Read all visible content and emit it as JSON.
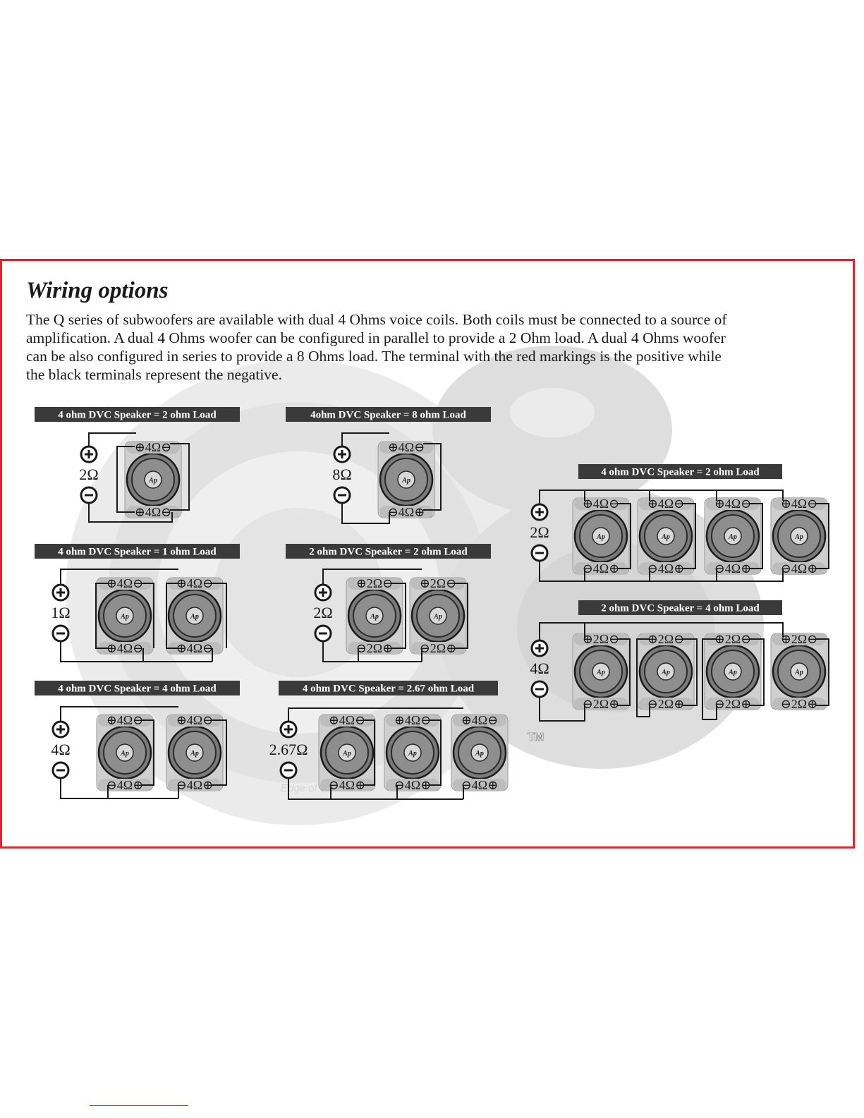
{
  "title": "Wiring options",
  "intro": "The Q series of subwoofers are available with dual 4 Ohms voice coils. Both coils must be connected to a source of\n amplification. A dual 4 Ohms woofer can be configured in parallel to provide a 2 Ohm load. A dual 4 Ohms woofer\n can be also configured in series to provide a 8 Ohms load. The terminal with the red markings is the positive while\nthe black terminals represent the negative.",
  "colors": {
    "border": "#e8202a",
    "label_bg": "#3a3a3a",
    "label_text": "#ffffff",
    "wire": "#1a1a1a"
  },
  "logo_text": "Ap",
  "bg_mark": {
    "trademark": "TM",
    "tagline": "Edge of Dimension"
  },
  "diagrams": [
    {
      "id": "d1",
      "label": "4 ohm DVC Speaker = 2 ohm Load",
      "load": "2Ω",
      "speakers": [
        {
          "top": "⊕4Ω⊖",
          "bottom": "⊕4Ω⊖"
        }
      ]
    },
    {
      "id": "d2",
      "label": "4ohm DVC Speaker = 8 ohm Load",
      "load": "8Ω",
      "speakers": [
        {
          "top": "⊕4Ω⊖",
          "bottom": "⊖4Ω⊕"
        }
      ]
    },
    {
      "id": "d3",
      "label": "4 ohm DVC Speaker = 1 ohm Load",
      "load": "1Ω",
      "speakers": [
        {
          "top": "⊕4Ω⊖",
          "bottom": "⊕4Ω⊖"
        },
        {
          "top": "⊕4Ω⊖",
          "bottom": "⊕4Ω⊖"
        }
      ]
    },
    {
      "id": "d4",
      "label": "2 ohm DVC Speaker = 2 ohm Load",
      "load": "2Ω",
      "speakers": [
        {
          "top": "⊕2Ω⊖",
          "bottom": "⊖2Ω⊕"
        },
        {
          "top": "⊕2Ω⊖",
          "bottom": "⊖2Ω⊕"
        }
      ]
    },
    {
      "id": "d5",
      "label": "4 ohm DVC Speaker = 4 ohm Load",
      "load": "4Ω",
      "speakers": [
        {
          "top": "⊕4Ω⊖",
          "bottom": "⊖4Ω⊕"
        },
        {
          "top": "⊕4Ω⊖",
          "bottom": "⊖4Ω⊕"
        }
      ]
    },
    {
      "id": "d6",
      "label": "4 ohm DVC Speaker = 2.67 ohm Load",
      "load": "2.67Ω",
      "speakers": [
        {
          "top": "⊕4Ω⊖",
          "bottom": "⊖4Ω⊕"
        },
        {
          "top": "⊕4Ω⊖",
          "bottom": "⊖4Ω⊕"
        },
        {
          "top": "⊕4Ω⊖",
          "bottom": "⊖4Ω⊕"
        }
      ]
    },
    {
      "id": "d7",
      "label": "4 ohm DVC Speaker = 2 ohm Load",
      "load": "2Ω",
      "speakers": [
        {
          "top": "⊕4Ω⊖",
          "bottom": "⊖4Ω⊕"
        },
        {
          "top": "⊕4Ω⊖",
          "bottom": "⊖4Ω⊕"
        },
        {
          "top": "⊕4Ω⊖",
          "bottom": "⊖4Ω⊕"
        },
        {
          "top": "⊕4Ω⊖",
          "bottom": "⊖4Ω⊕"
        }
      ]
    },
    {
      "id": "d8",
      "label": "2 ohm DVC Speaker = 4 ohm Load",
      "load": "4Ω",
      "speakers": [
        {
          "top": "⊕2Ω⊖",
          "bottom": "⊖2Ω⊕"
        },
        {
          "top": "⊕2Ω⊖",
          "bottom": "⊖2Ω⊕"
        },
        {
          "top": "⊕2Ω⊖",
          "bottom": "⊖2Ω⊕"
        },
        {
          "top": "⊕2Ω⊖",
          "bottom": "⊖2Ω⊕"
        }
      ]
    }
  ]
}
